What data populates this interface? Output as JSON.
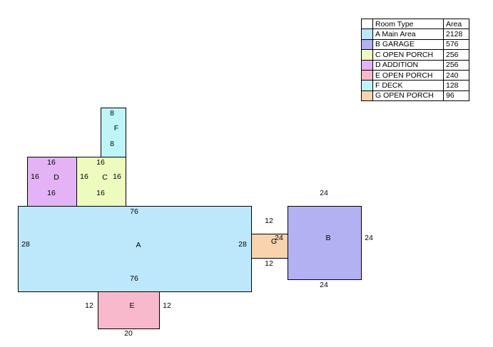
{
  "legend": {
    "headers": {
      "type": "Room Type",
      "area": "Area"
    },
    "rows": [
      {
        "name": "A Main Area",
        "area": "2128",
        "color": "#bde8fb"
      },
      {
        "name": "B GARAGE",
        "area": "576",
        "color": "#b3b1f1"
      },
      {
        "name": "C OPEN PORCH",
        "area": "256",
        "color": "#eefbbe"
      },
      {
        "name": "D ADDITION",
        "area": "256",
        "color": "#e3b3f5"
      },
      {
        "name": "E OPEN PORCH",
        "area": "240",
        "color": "#f9b9cd"
      },
      {
        "name": "F DECK",
        "area": "128",
        "color": "#bff5f8"
      },
      {
        "name": "G OPEN PORCH",
        "area": "96",
        "color": "#f8d3ae"
      }
    ]
  },
  "rooms": {
    "A": {
      "letter": "A",
      "color": "#bde8fb",
      "dims": {
        "top": "76",
        "bottom": "76",
        "left": "28",
        "right": "28"
      }
    },
    "B": {
      "letter": "B",
      "color": "#b3b1f1",
      "dims": {
        "top": "24",
        "bottom": "24",
        "left": "24",
        "right": "24"
      }
    },
    "C": {
      "letter": "C",
      "color": "#eefbbe",
      "dims": {
        "top": "16",
        "bottom": "16",
        "left": "16",
        "right": "16"
      }
    },
    "D": {
      "letter": "D",
      "color": "#e3b3f5",
      "dims": {
        "top": "16",
        "bottom": "16",
        "left": "16"
      }
    },
    "E": {
      "letter": "E",
      "color": "#f9b9cd",
      "dims": {
        "bottom": "20",
        "left": "12",
        "right": "12"
      }
    },
    "F": {
      "letter": "F",
      "color": "#bff5f8",
      "dims": {
        "top": "8",
        "bottom": "8"
      }
    },
    "G": {
      "letter": "G",
      "color": "#f8d3ae",
      "dims": {
        "top": "12",
        "bottom": "12"
      }
    }
  }
}
